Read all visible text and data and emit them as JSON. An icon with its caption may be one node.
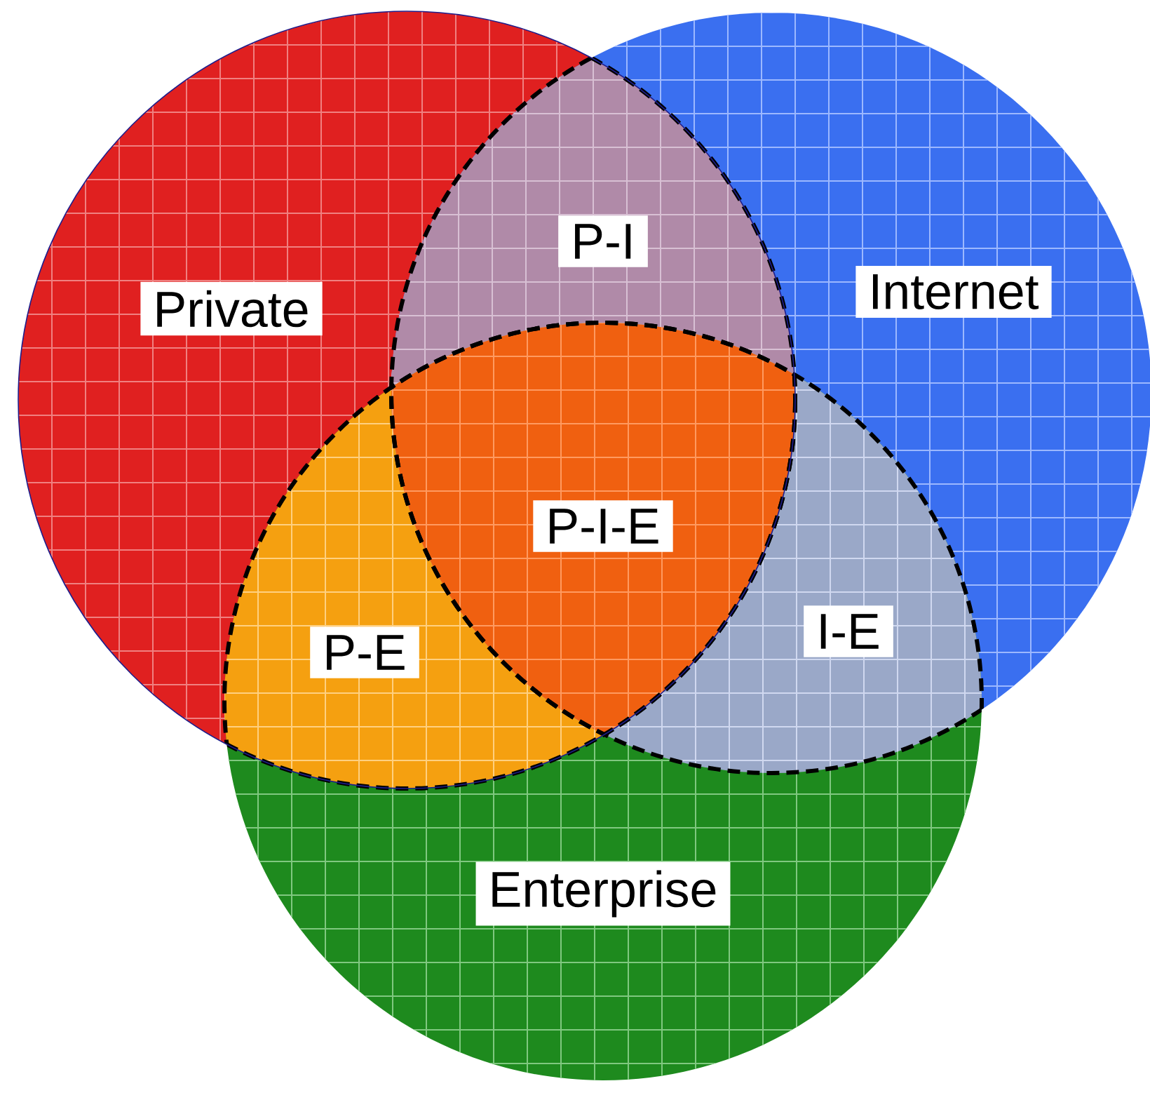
{
  "diagram": {
    "nodes": [
      {
        "text": [
          "P-I"
        ]
      },
      {
        "text": [
          "Private"
        ]
      },
      {
        "text": [
          "Internet"
        ]
      },
      {
        "text": [
          "P-I-E"
        ]
      },
      {
        "text": [
          "P-E"
        ]
      },
      {
        "text": [
          "I-E"
        ]
      },
      {
        "text": [
          "Enterprise"
        ]
      }
    ]
  }
}
